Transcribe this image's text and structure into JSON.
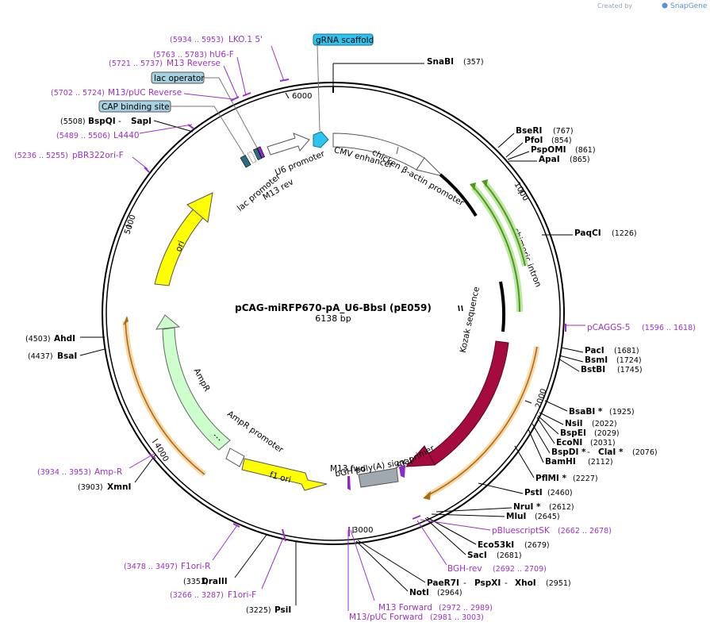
{
  "watermark": {
    "created_by": "Created by",
    "brand": "SnapGene"
  },
  "plasmid": {
    "name": "pCAG-miRFP670-pA_U6-BbsI (pE059)",
    "length": "6138 bp"
  },
  "ticks": [
    "1000",
    "2000",
    "3000",
    "4000",
    "5000",
    "6000"
  ],
  "boxed_labels": {
    "grna_scaffold": "gRNA scaffold",
    "lac_operator": "lac operator",
    "cap_binding_site": "CAP binding site"
  },
  "features": {
    "cmv_enhancer": "CMV enhancer",
    "chicken_actin": "chicken β-actin promoter",
    "chimeric_intron": "chimeric intron",
    "kozak": "Kozak sequence",
    "mirfp670": "miRFP670",
    "bgh": "bGH poly(A) signal",
    "sk_primer": "SK primer",
    "m13_fwd": "M13 fwd",
    "f1_ori": "f1 ori",
    "ampr_promoter": "AmpR promoter",
    "ampr": "AmpR",
    "ori": "ori",
    "lac_promoter": "lac promoter",
    "m13_rev": "M13 rev",
    "u6_promoter": "U6 promoter"
  },
  "enzymes": {
    "snabi": {
      "name": "SnaBI",
      "pos": "(357)"
    },
    "beri": {
      "name": "BseRI",
      "pos": "(767)"
    },
    "pfoi": {
      "name": "PfoI",
      "pos": "(854)"
    },
    "psp": {
      "name": "PspOMI",
      "pos": "(861)"
    },
    "apai": {
      "name": "ApaI",
      "pos": "(865)"
    },
    "paqci": {
      "name": "PaqCI",
      "pos": "(1226)"
    },
    "paci": {
      "name": "PacI",
      "pos": "(1681)"
    },
    "bsmi": {
      "name": "BsmI",
      "pos": "(1724)"
    },
    "bstbi": {
      "name": "BstBI",
      "pos": "(1745)"
    },
    "bsabi": {
      "name": "BsaBI *",
      "pos": "(1925)"
    },
    "nsii": {
      "name": "NsiI",
      "pos": "(2022)"
    },
    "bspei": {
      "name": "BspEI",
      "pos": "(2029)"
    },
    "econi": {
      "name": "EcoNI",
      "pos": "(2031)"
    },
    "bspdi": {
      "name": "BspDI *",
      "sep": " - ",
      "name2": "ClaI *",
      "pos": "(2076)"
    },
    "bamhi": {
      "name": "BamHI",
      "pos": "(2112)"
    },
    "pflmi": {
      "name": "PflMI *",
      "pos": "(2227)"
    },
    "psti": {
      "name": "PstI",
      "pos": "(2460)"
    },
    "krui": {
      "name": "NruI *",
      "pos": "(2612)"
    },
    "mlui": {
      "name": "MluI",
      "pos": "(2645)"
    },
    "eco53": {
      "name": "Eco53kI",
      "pos": "(2679)"
    },
    "saci": {
      "name": "SacI",
      "pos": "(2681)"
    },
    "paer7i": {
      "name": "PaeR7I",
      "sep": " - ",
      "name2": "PspXI",
      "sep2": " - ",
      "name3": "XhoI",
      "pos": "(2951)"
    },
    "noti": {
      "name": "NotI",
      "pos": "(2964)"
    },
    "psii": {
      "name": "PsiI",
      "pos": "(3225)"
    },
    "draiii": {
      "name": "DraIII",
      "pos": "(3353)"
    },
    "xmni": {
      "name": "XmnI",
      "pos": "(3903)"
    },
    "bsai": {
      "name": "BsaI",
      "pos": "(4437)"
    },
    "ahdi": {
      "name": "AhdI",
      "pos": "(4503)"
    },
    "bspqi": {
      "name": "BspQI",
      "sep": " - ",
      "name2": "SapI",
      "pos": "(5508)"
    }
  },
  "primers": {
    "lko": {
      "name": "LKO.1 5'",
      "pos": "(5934 .. 5953)"
    },
    "hu6": {
      "name": "hU6-F",
      "pos": "(5763 .. 5783)"
    },
    "m13rev": {
      "name": "M13 Reverse",
      "pos": "(5721 .. 5737)"
    },
    "m13puc_rev": {
      "name": "M13/pUC Reverse",
      "pos": "(5702 .. 5724)"
    },
    "l4440": {
      "name": "L4440",
      "pos": "(5489 .. 5506)"
    },
    "pbr322": {
      "name": "pBR322ori-F",
      "pos": "(5236 .. 5255)"
    },
    "pcaggs": {
      "name": "pCAGGS-5",
      "pos": "(1596 .. 1618)"
    },
    "pbluescript": {
      "name": "pBluescriptSK",
      "pos": "(2662 .. 2678)"
    },
    "bghrev": {
      "name": "BGH-rev",
      "pos": "(2692 .. 2709)"
    },
    "m13fwd": {
      "name": "M13 Forward",
      "pos": "(2972 .. 2989)"
    },
    "m13puc_fwd": {
      "name": "M13/pUC Forward",
      "pos": "(2981 .. 3003)"
    },
    "f1ori_r": {
      "name": "F1ori-R",
      "pos": "(3478 .. 3497)"
    },
    "f1ori_f": {
      "name": "F1ori-F",
      "pos": "(3266 .. 3287)"
    },
    "ampr_p": {
      "name": "Amp-R",
      "pos": "(3934 .. 3953)"
    }
  },
  "colors": {
    "primer": "#9b30c7",
    "cmv_arrow": "#ffffff",
    "promoter_line": "#000000",
    "mirfp670": "#a50b3f",
    "bgh": "#a0a8b0",
    "f1_ori": "#ffff00",
    "ampr": "#ccffcc",
    "ori": "#ffff00",
    "grna": "#2ec4f0",
    "orange_bar": "#e8a43a",
    "green_bar": "#58b51e",
    "box_fill": "#a6d1e0"
  }
}
